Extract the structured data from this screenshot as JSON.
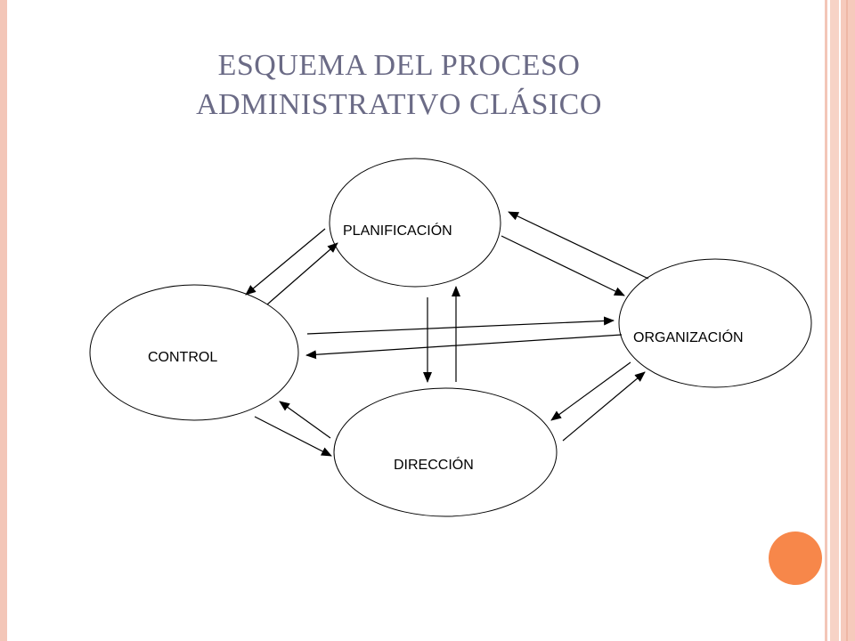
{
  "title": {
    "line1": "ESQUEMA DEL PROCESO",
    "line2": "ADMINISTRATIVO CLÁSICO"
  },
  "diagram": {
    "nodes": {
      "planificacion": "PLANIFICACIÓN",
      "organizacion": "ORGANIZACIÓN",
      "direccion": "DIRECCIÓN",
      "control": "CONTROL"
    }
  },
  "colors": {
    "title": "#6b6b86",
    "accent_bars": "#f3c6b8",
    "accent_dot": "#f7874a"
  }
}
